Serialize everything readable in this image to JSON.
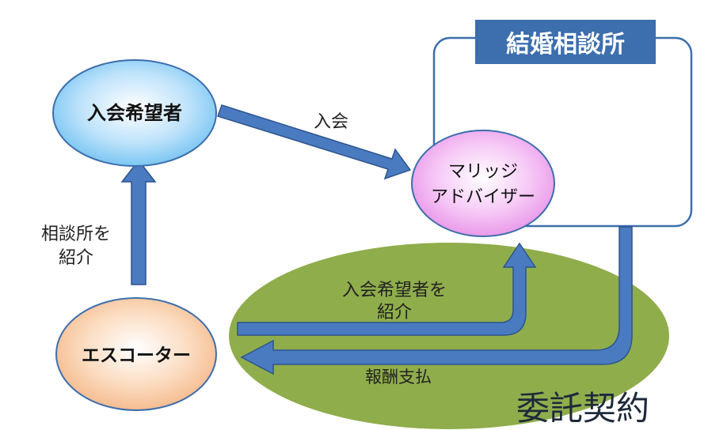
{
  "diagram": {
    "office_title": "結婚相談所",
    "contract_label": "委託契約",
    "nodes": {
      "applicant": "入会希望者",
      "advisor_line1": "マリッジ",
      "advisor_line2": "アドバイザー",
      "escorter": "エスコーター"
    },
    "edges": {
      "join": "入会",
      "introduce_office_line1": "相談所を",
      "introduce_office_line2": "紹介",
      "introduce_applicant_line1": "入会希望者を",
      "introduce_applicant_line2": "紹介",
      "payment": "報酬支払"
    }
  },
  "colors": {
    "arrow_fill": "#4a7bc0",
    "arrow_stroke": "#2e5590",
    "title_box": "#3d6ead",
    "contract_ellipse": "#8fad4b",
    "node_border": "#3d6ead"
  }
}
